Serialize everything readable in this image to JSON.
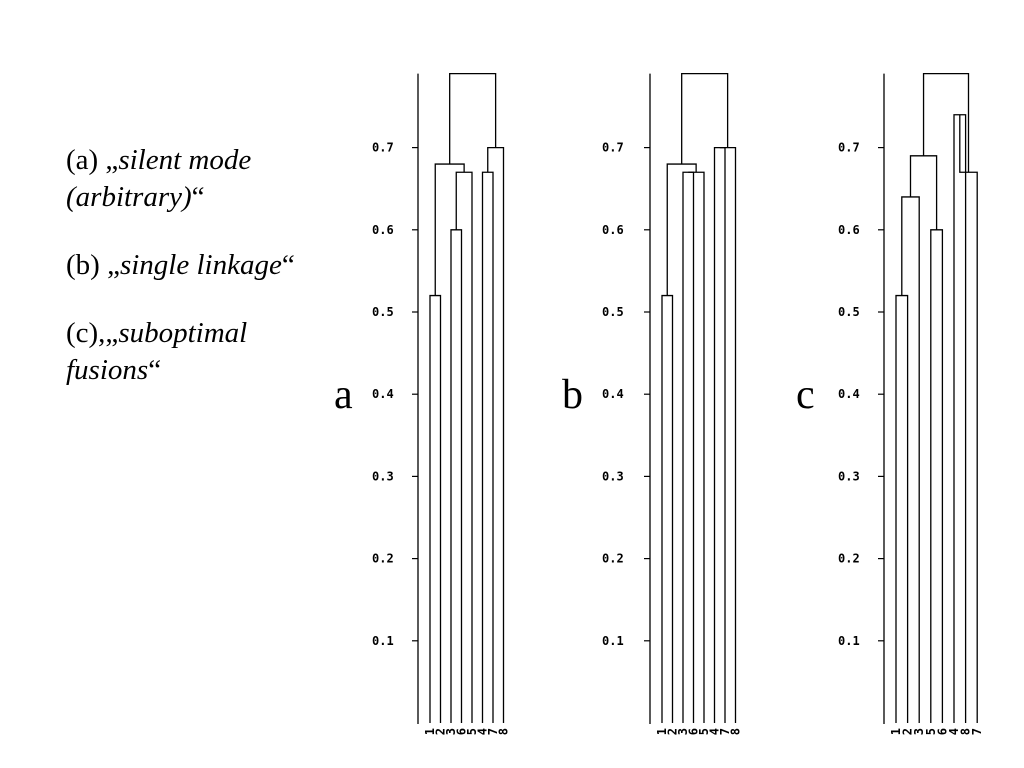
{
  "captions": [
    {
      "prefix": "(a) „",
      "italic": "silent mode (arbitrary)",
      "suffix": "“"
    },
    {
      "prefix": "(b) „",
      "italic": "single linkage",
      "suffix": "“"
    },
    {
      "prefix": "(c),„",
      "italic": "suboptimal fusions",
      "suffix": "“"
    }
  ],
  "chart_data": [
    {
      "type": "dendrogram",
      "panel_label": "a",
      "ylim": [
        0,
        0.79
      ],
      "y_ticks": [
        "0.1",
        "0.2",
        "0.3",
        "0.4",
        "0.5",
        "0.6",
        "0.7"
      ],
      "leaves": [
        "1",
        "2",
        "3",
        "6",
        "5",
        "4",
        "7",
        "8"
      ],
      "merges": [
        {
          "left": "1",
          "right": "2",
          "height": 0.52
        },
        {
          "left": "3",
          "right": "6",
          "height": 0.6
        },
        {
          "left": "3-6",
          "right": "5",
          "height": 0.67
        },
        {
          "left": "4",
          "right": "7",
          "height": 0.67
        },
        {
          "left": "4-7",
          "right": "8",
          "height": 0.7
        },
        {
          "left": "1-2",
          "right": "3-6-5",
          "height": 0.68
        },
        {
          "left": "1-2-3-6-5",
          "right": "4-7-8",
          "height": 0.79
        }
      ]
    },
    {
      "type": "dendrogram",
      "panel_label": "b",
      "ylim": [
        0,
        0.79
      ],
      "y_ticks": [
        "0.1",
        "0.2",
        "0.3",
        "0.4",
        "0.5",
        "0.6",
        "0.7"
      ],
      "leaves": [
        "1",
        "2",
        "3",
        "6",
        "5",
        "4",
        "7",
        "8"
      ],
      "merges": [
        {
          "left": "1",
          "right": "2",
          "height": 0.52
        },
        {
          "left": "3",
          "right": "6",
          "height": 0.67
        },
        {
          "left": "3-6",
          "right": "5",
          "height": 0.67
        },
        {
          "left": "4",
          "right": "7",
          "height": 0.7
        },
        {
          "left": "4-7",
          "right": "8",
          "height": 0.7
        },
        {
          "left": "1-2",
          "right": "3-6-5",
          "height": 0.68
        },
        {
          "left": "1-2-3-6-5",
          "right": "4-7-8",
          "height": 0.79
        }
      ]
    },
    {
      "type": "dendrogram",
      "panel_label": "c",
      "ylim": [
        0,
        0.79
      ],
      "y_ticks": [
        "0.1",
        "0.2",
        "0.3",
        "0.4",
        "0.5",
        "0.6",
        "0.7"
      ],
      "leaves": [
        "1",
        "2",
        "3",
        "5",
        "6",
        "4",
        "8",
        "7"
      ],
      "merges": [
        {
          "left": "1",
          "right": "2",
          "height": 0.52
        },
        {
          "left": "1-2",
          "right": "3",
          "height": 0.64
        },
        {
          "left": "5",
          "right": "6",
          "height": 0.6
        },
        {
          "left": "1-2-3",
          "right": "5-6",
          "height": 0.69
        },
        {
          "left": "4",
          "right": "8",
          "height": 0.74
        },
        {
          "left": "4-8",
          "right": "7",
          "height": 0.67
        },
        {
          "left": "1-2-3-5-6",
          "right": "4-8-7",
          "height": 0.79
        }
      ]
    }
  ]
}
